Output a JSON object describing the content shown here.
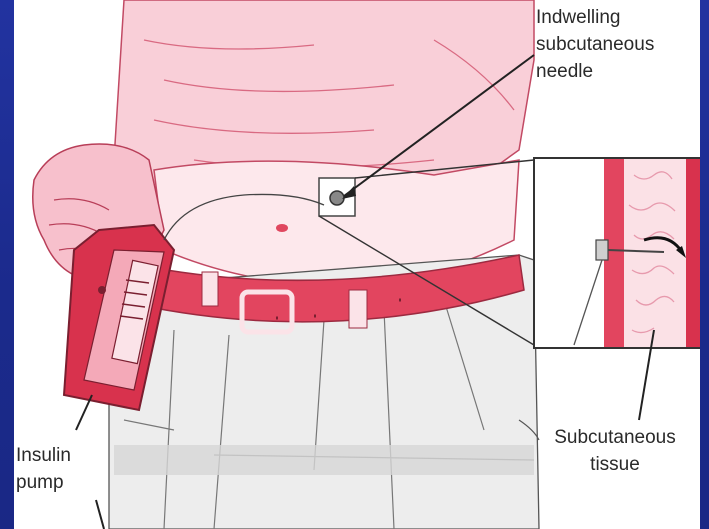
{
  "labels": {
    "needle": "Indwelling\nsubcutaneous\nneedle",
    "tissue": "Subcutaneous\ntissue",
    "pump": "Insulin\npump"
  },
  "colors": {
    "background": "#1d2a8a",
    "skin": "#f7c8d2",
    "skin_line": "#d9546e",
    "belt": "#e2455f",
    "pump": "#d8324d",
    "pants": "#e6e6e6",
    "outline": "#3a3a3a"
  }
}
